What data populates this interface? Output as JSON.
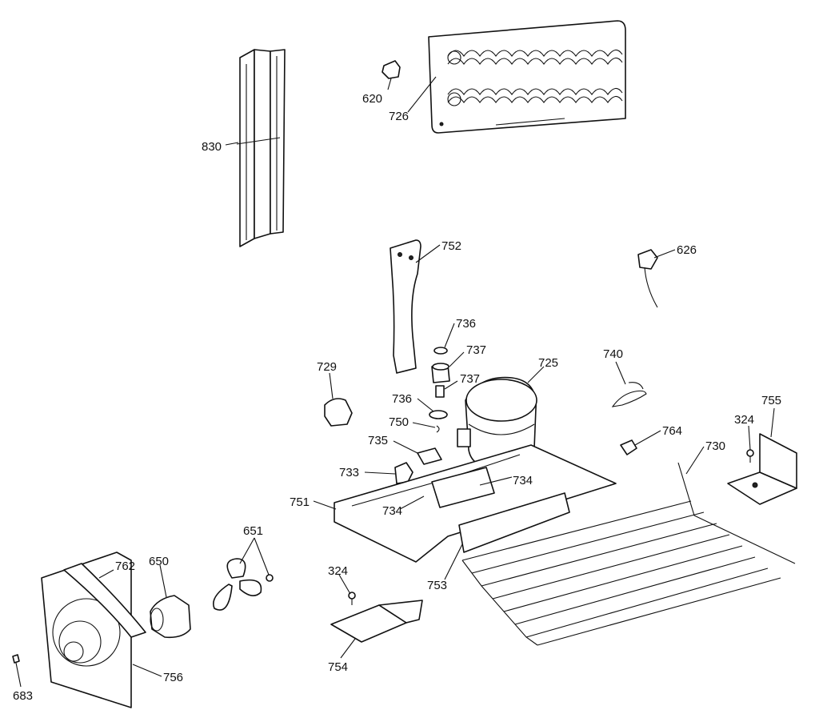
{
  "labels": {
    "p620": "620",
    "p726": "726",
    "p830": "830",
    "p752": "752",
    "p626": "626",
    "p736a": "736",
    "p737a": "737",
    "p737b": "737",
    "p725": "725",
    "p740": "740",
    "p729": "729",
    "p736b": "736",
    "p750": "750",
    "p735": "735",
    "p764": "764",
    "p324a": "324",
    "p755": "755",
    "p730": "730",
    "p733": "733",
    "p734a": "734",
    "p734b": "734",
    "p751": "751",
    "p651": "651",
    "p650": "650",
    "p762": "762",
    "p324b": "324",
    "p753": "753",
    "p754": "754",
    "p756": "756",
    "p683": "683"
  }
}
